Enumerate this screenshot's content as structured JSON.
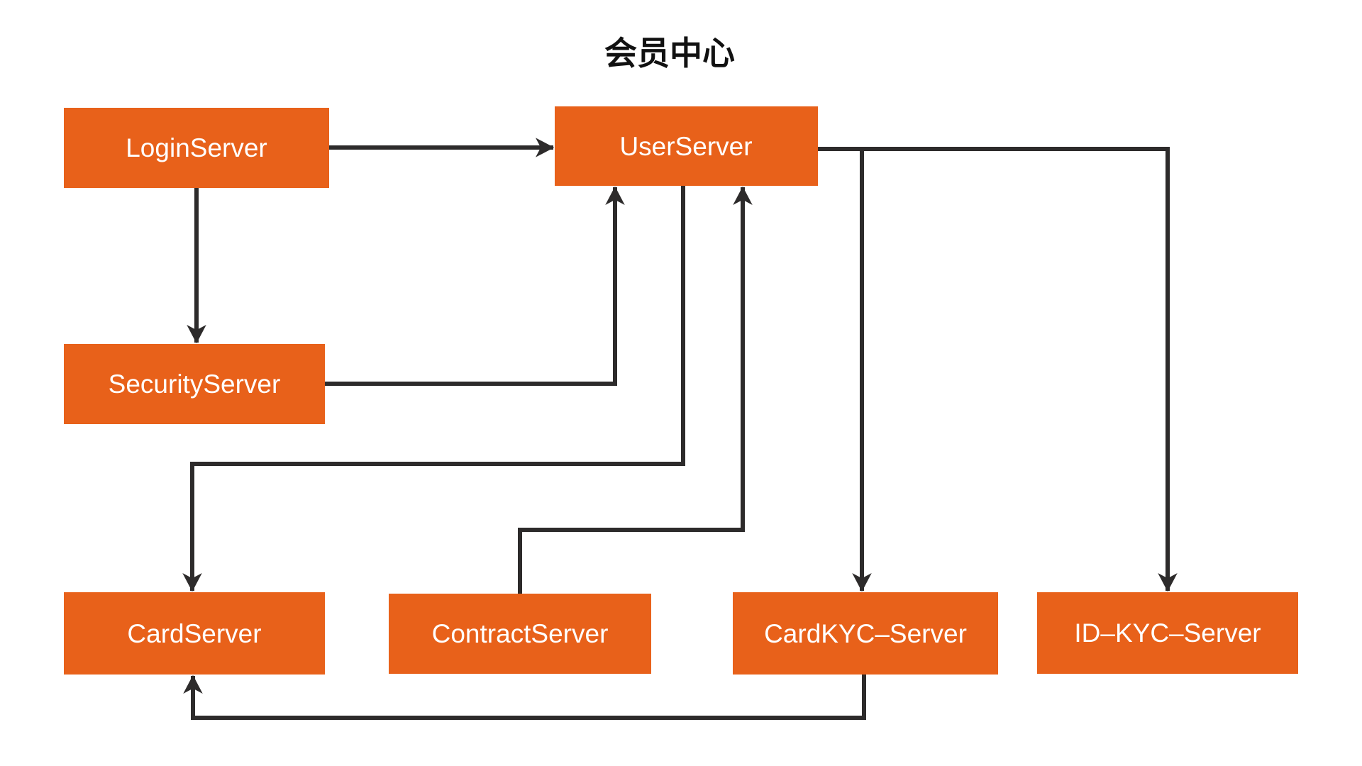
{
  "title": "会员中心",
  "colors": {
    "node_fill": "#E8611A",
    "node_text": "#FFFFFF",
    "edge": "#2D2B2B",
    "title_text": "#111111",
    "background": "#FFFFFF"
  },
  "nodes": [
    {
      "id": "login-server",
      "label": "LoginServer"
    },
    {
      "id": "user-server",
      "label": "UserServer"
    },
    {
      "id": "security-server",
      "label": "SecurityServer"
    },
    {
      "id": "card-server",
      "label": "CardServer"
    },
    {
      "id": "contract-server",
      "label": "ContractServer"
    },
    {
      "id": "cardkyc-server",
      "label": "CardKYC–Server"
    },
    {
      "id": "id-kyc-server",
      "label": "ID–KYC–Server"
    }
  ],
  "edges": [
    {
      "from": "LoginServer",
      "to": "UserServer"
    },
    {
      "from": "LoginServer",
      "to": "SecurityServer"
    },
    {
      "from": "SecurityServer",
      "to": "UserServer"
    },
    {
      "from": "ContractServer",
      "to": "UserServer"
    },
    {
      "from": "UserServer",
      "to": "CardServer"
    },
    {
      "from": "UserServer",
      "to": "CardKYC–Server"
    },
    {
      "from": "UserServer",
      "to": "ID–KYC–Server"
    },
    {
      "from": "CardKYC–Server",
      "to": "CardServer"
    }
  ]
}
